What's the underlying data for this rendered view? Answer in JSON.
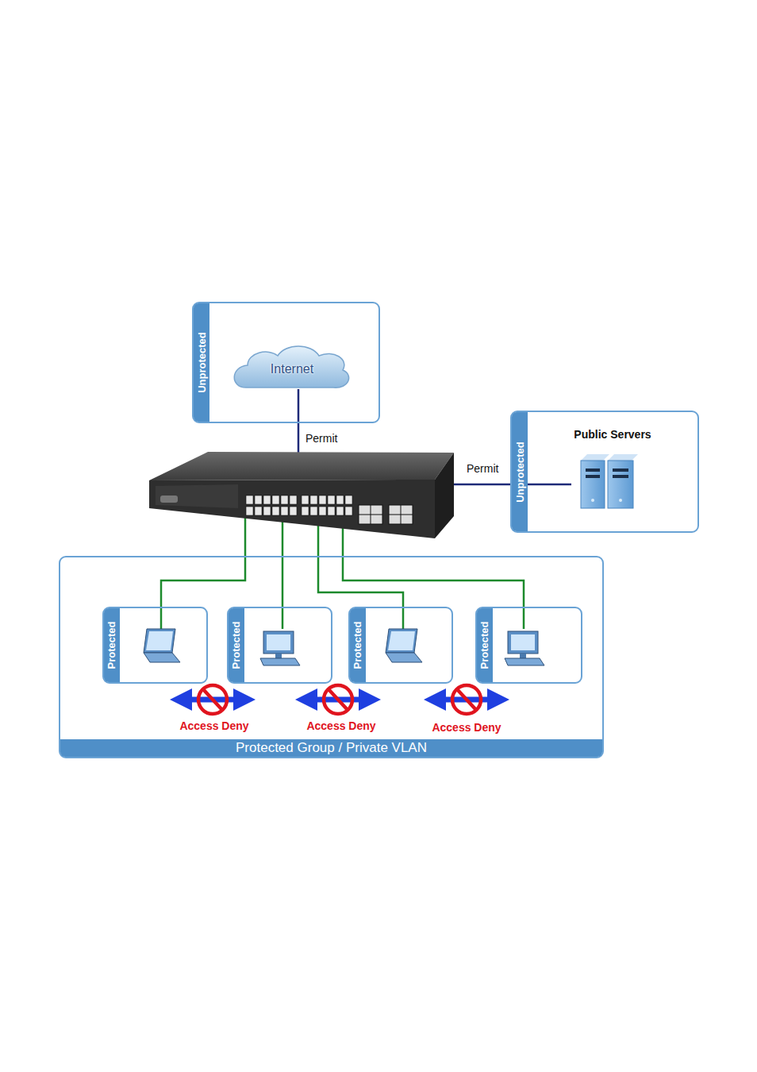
{
  "diagram": {
    "nodes": [
      {
        "text": [
          "Unprotected"
        ]
      },
      {
        "text": [
          "Internet"
        ],
        "in": 0
      },
      {
        "text": [
          "Unprotected",
          "Public Servers"
        ]
      },
      {
        "text": [
          "Protected Group / Private VLAN"
        ]
      },
      {
        "text": [
          "Protected"
        ],
        "in": 3
      },
      {
        "text": [
          "Protected"
        ],
        "in": 3
      },
      {
        "text": [
          "Protected"
        ],
        "in": 3
      },
      {
        "text": [
          "Protected"
        ],
        "in": 3
      }
    ],
    "labels": [
      "Permit",
      "Permit",
      "Access Deny",
      "Access Deny",
      "Access Deny"
    ]
  }
}
